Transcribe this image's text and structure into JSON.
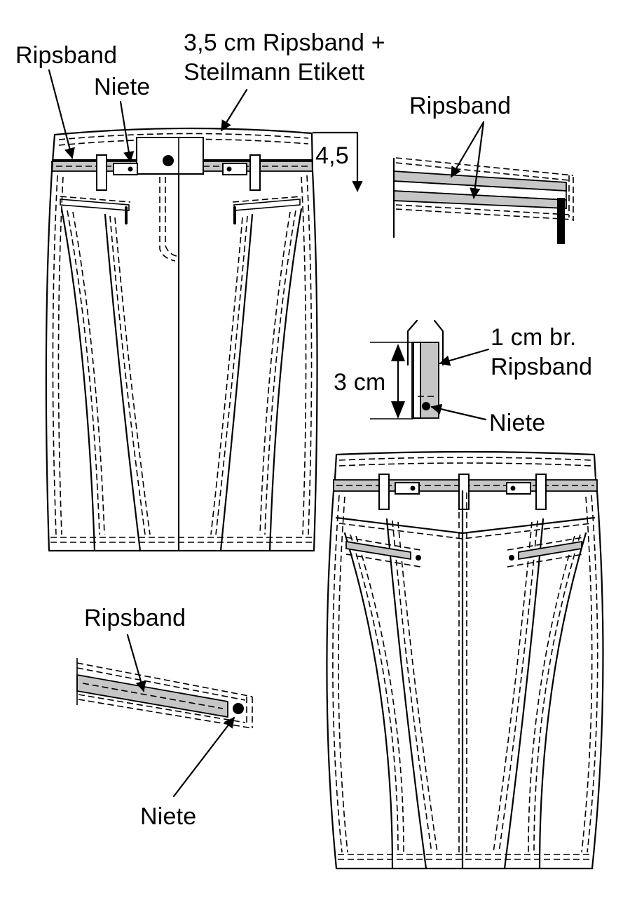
{
  "labels": {
    "top_left_ripsband": "Ripsband",
    "top_left_niete": "Niete",
    "waistband_line1": "3,5 cm Ripsband +",
    "waistband_line2": "Steilmann Etikett",
    "waistband_height": "4,5",
    "detail_ripsband": "Ripsband",
    "loop_height": "3 cm",
    "loop_width_line1": "1 cm br.",
    "loop_width_line2": "Ripsband",
    "loop_niete": "Niete",
    "pocket_ripsband": "Ripsband",
    "pocket_niete": "Niete"
  },
  "colors": {
    "ink": "#000000",
    "tape_grey": "#c6c6c6",
    "paper": "#ffffff"
  },
  "icons": [
    "arrow-icon",
    "rivet-icon",
    "zigzag-stitch-icon",
    "belt-loop-icon"
  ]
}
